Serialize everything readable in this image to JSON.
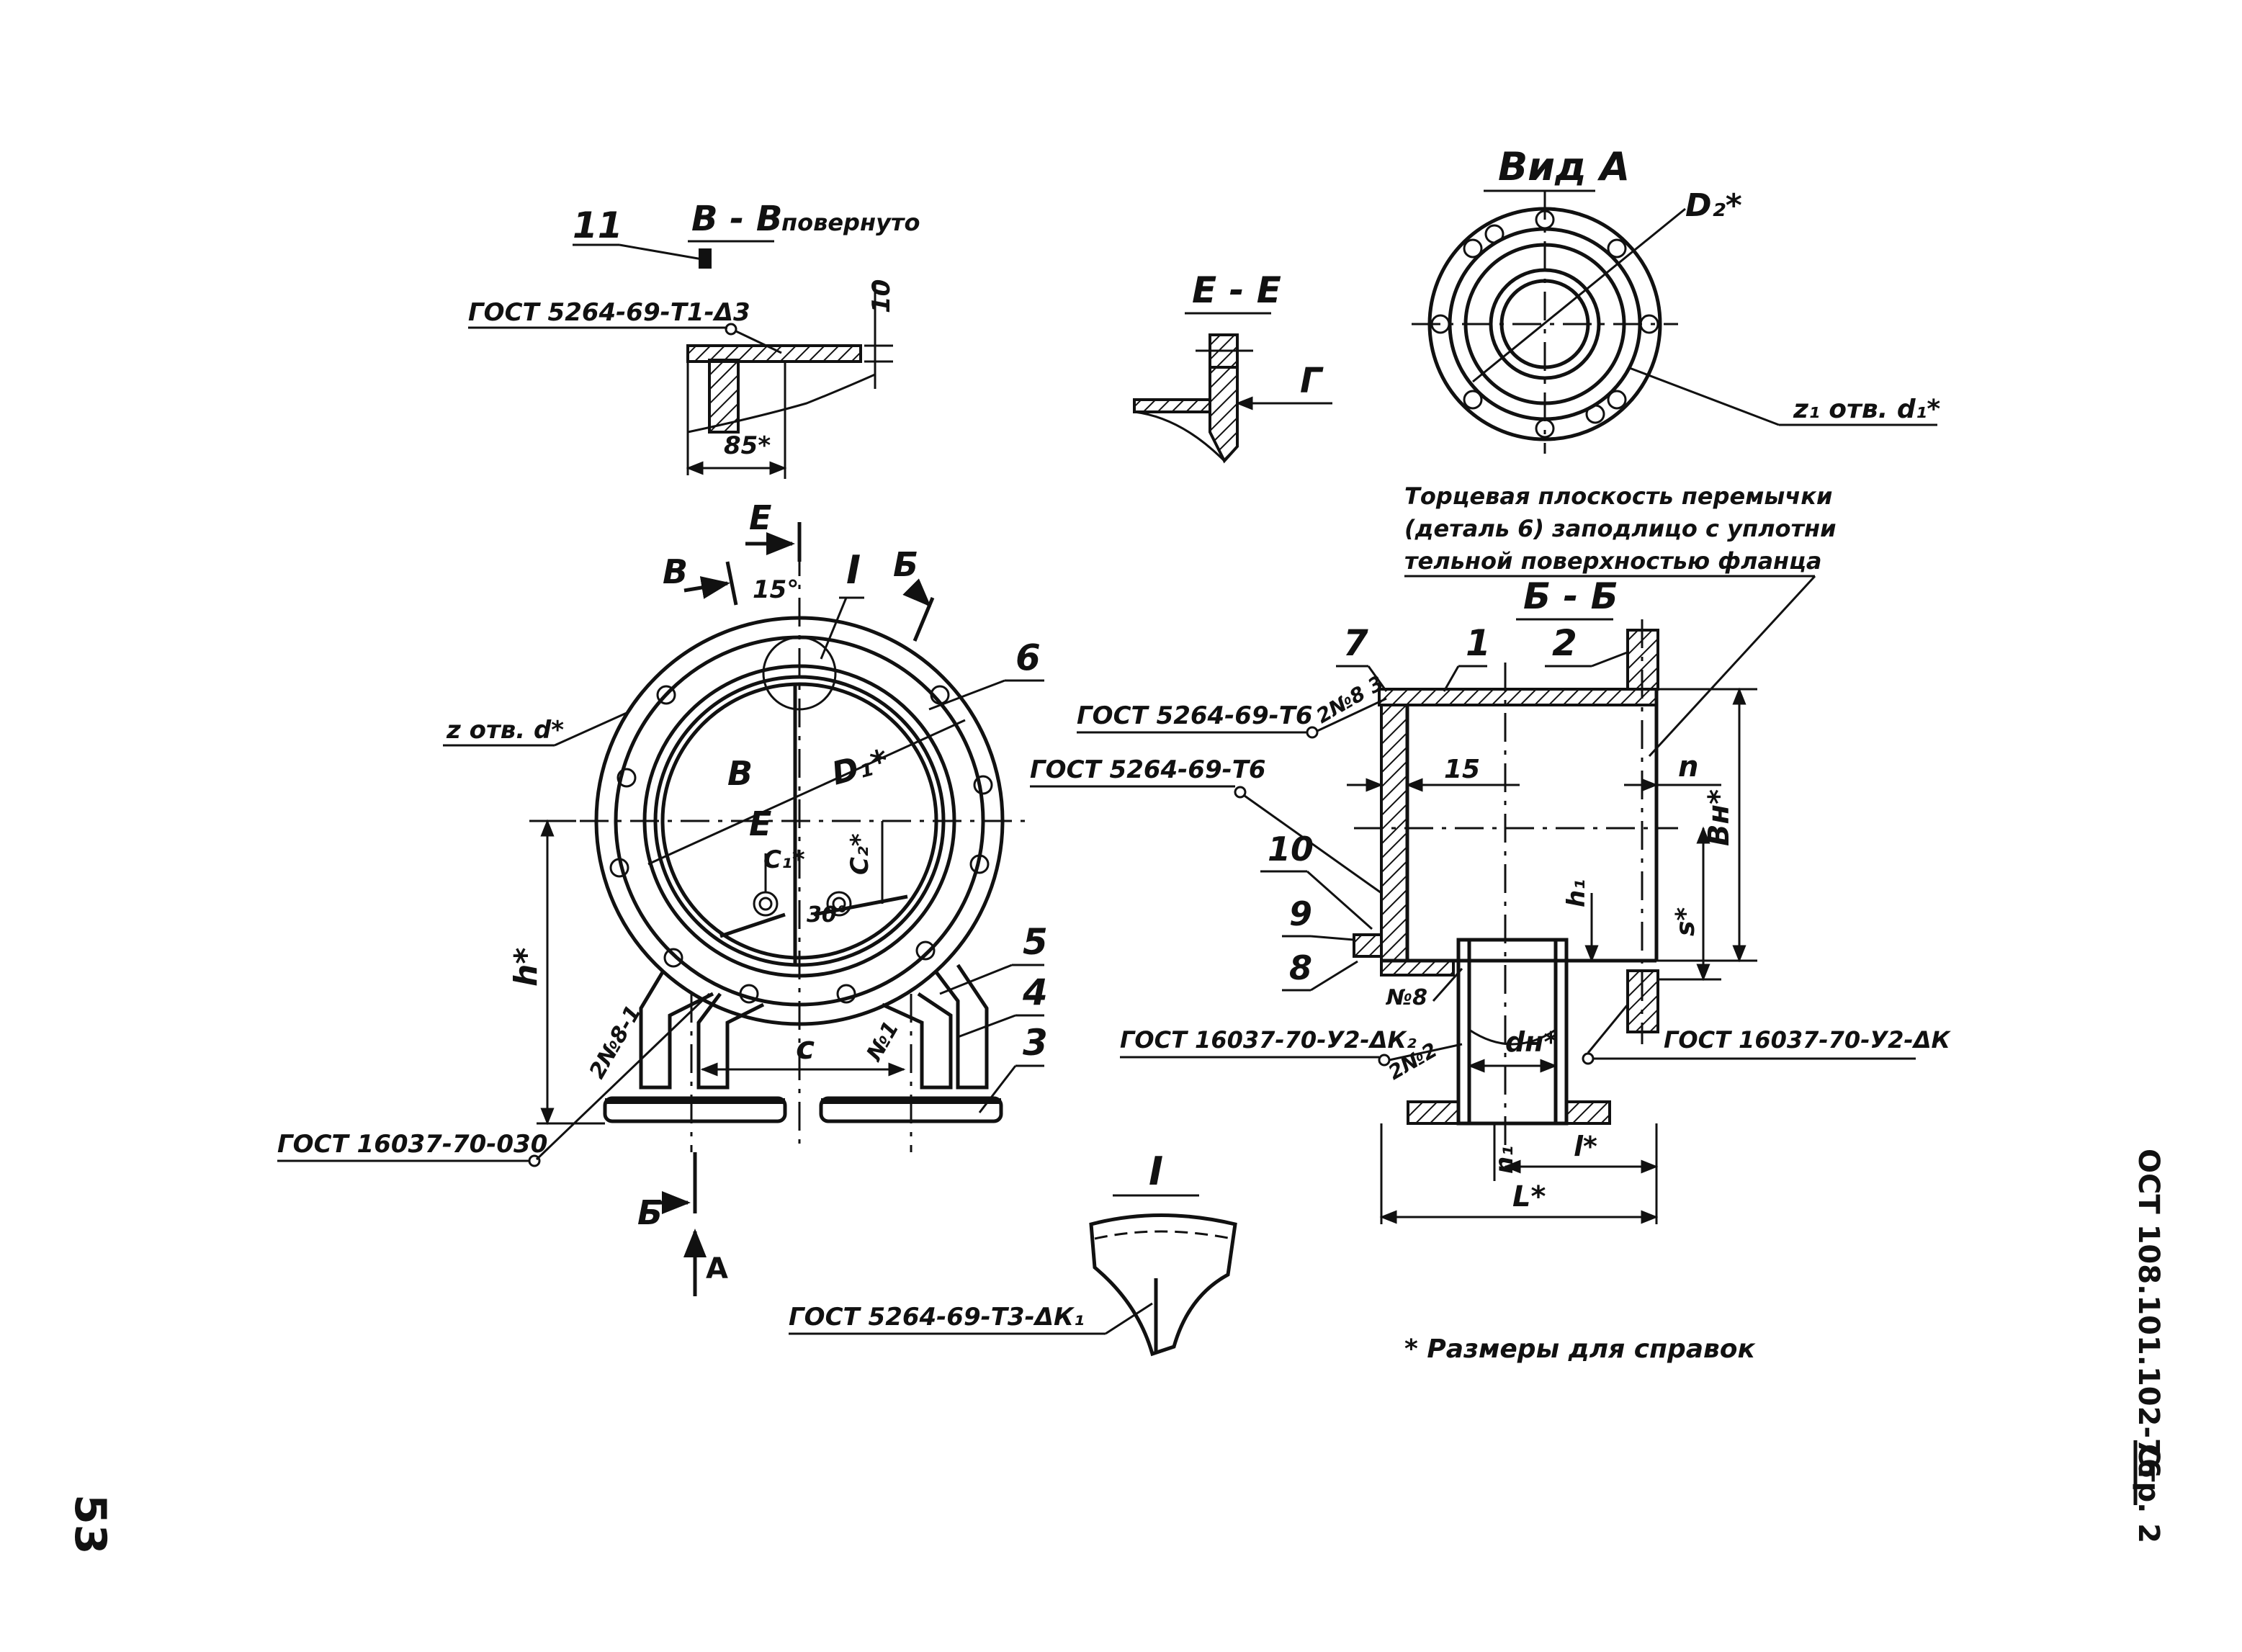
{
  "section_bb_rotated": {
    "title": "В - В",
    "note": "повернуто"
  },
  "item_11": "11",
  "gost_t1": "ГОСТ 5264-69-Т1-Δ3",
  "dim_10": "10",
  "dim_85": "85*",
  "section_ee": {
    "title": "Е - Е",
    "arrow_label": "Г"
  },
  "view_a": {
    "title": "Вид А",
    "d2": "D₂*",
    "holes": "z₁ отв. d₁*"
  },
  "note_end_plane": [
    "Торцевая плоскость перемычки",
    "(деталь 6) заподлицо с уплотни",
    "тельной поверхностью фланца"
  ],
  "section_bb2": {
    "title": "Б - Б"
  },
  "main_view": {
    "cut_e": "Е",
    "cut_v": "В",
    "cut_b": "Б",
    "angle_15": "15°",
    "item_I": "I",
    "item_6": "6",
    "holes": "z отв. d*",
    "d1": "D₁*",
    "c1": "C₁*",
    "c2": "C₂*",
    "angle_30": "30°",
    "h": "h*",
    "c": "c",
    "item_5": "5",
    "item_4": "4",
    "item_3": "3",
    "weld_n1": "№1",
    "weld_2n81": "2№8-1",
    "gost_o30": "ГОСТ 16037-70-030",
    "view_a_arrow": "А"
  },
  "bb_view": {
    "item_7": "7",
    "item_1": "1",
    "item_2": "2",
    "gost_t6_a": "ГОСТ 5264-69-Т6",
    "weld_2n8_3": "2№8 3",
    "gost_t6_b": "ГОСТ 5264-69-Т6",
    "dim_15": "15",
    "dim_n": "n",
    "bh": "Bн*",
    "item_10": "10",
    "item_9": "9",
    "item_8": "8",
    "h1": "h₁",
    "s": "s*",
    "weld_n8": "№8",
    "gost_u2_a": "ГОСТ 16037-70-У2-ΔК₂",
    "weld_2n2": "2№2",
    "dh": "dн*",
    "gost_u2_b": "ГОСТ 16037-70-У2-ΔК",
    "n1": "n₁",
    "l": "l*",
    "L": "L*"
  },
  "detail_I": {
    "title": "I",
    "gost": "ГОСТ 5264-69-Т3-ΔК₁"
  },
  "footnote": "* Размеры для справок",
  "side_header": {
    "doc": "ОСТ 108.101.102-76",
    "page": "Стр. 2"
  },
  "page_number": "53"
}
